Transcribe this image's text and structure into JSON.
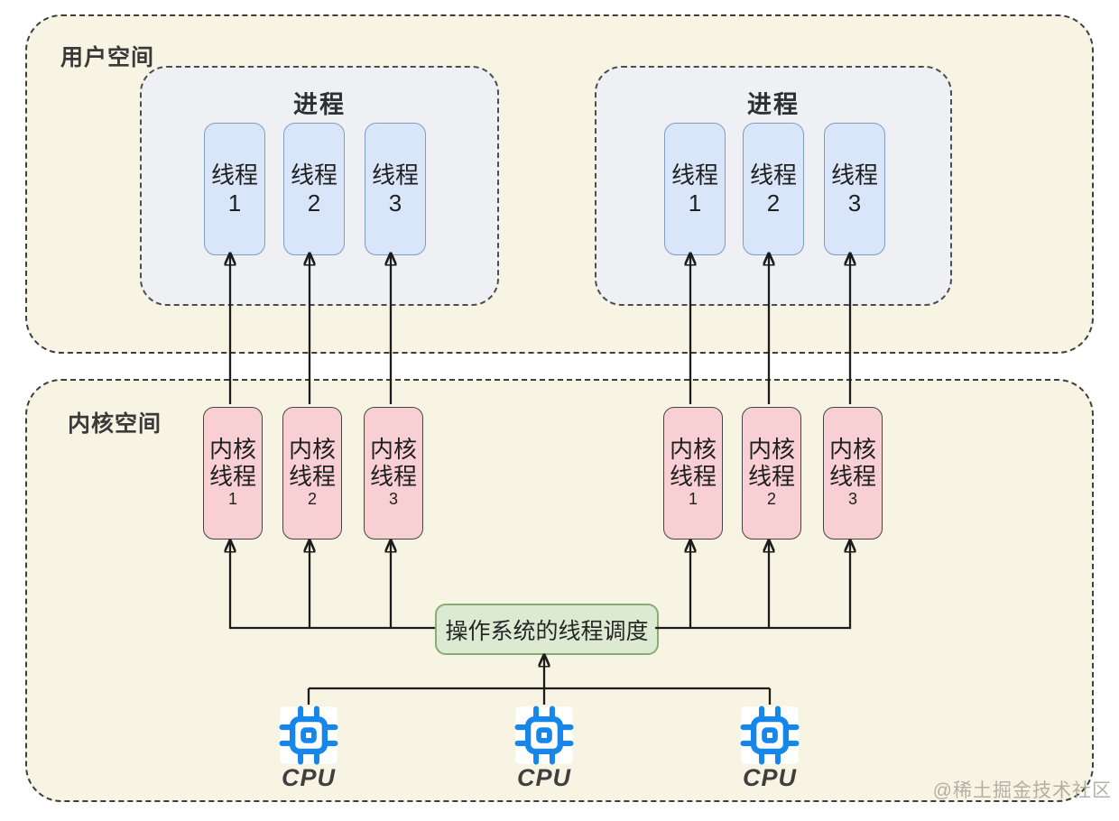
{
  "user_space": {
    "label": "用户空间",
    "processes": [
      {
        "title": "进程",
        "threads": [
          {
            "label": "线程",
            "num": "1"
          },
          {
            "label": "线程",
            "num": "2"
          },
          {
            "label": "线程",
            "num": "3"
          }
        ]
      },
      {
        "title": "进程",
        "threads": [
          {
            "label": "线程",
            "num": "1"
          },
          {
            "label": "线程",
            "num": "2"
          },
          {
            "label": "线程",
            "num": "3"
          }
        ]
      }
    ]
  },
  "kernel_space": {
    "label": "内核空间",
    "thread_groups": [
      {
        "threads": [
          {
            "line1": "内核",
            "line2": "线程",
            "num": "1"
          },
          {
            "line1": "内核",
            "line2": "线程",
            "num": "2"
          },
          {
            "line1": "内核",
            "line2": "线程",
            "num": "3"
          }
        ]
      },
      {
        "threads": [
          {
            "line1": "内核",
            "line2": "线程",
            "num": "1"
          },
          {
            "line1": "内核",
            "line2": "线程",
            "num": "2"
          },
          {
            "line1": "内核",
            "line2": "线程",
            "num": "3"
          }
        ]
      }
    ],
    "scheduler": {
      "label": "操作系统的线程调度"
    },
    "cpus": [
      {
        "label": "CPU"
      },
      {
        "label": "CPU"
      },
      {
        "label": "CPU"
      }
    ]
  },
  "watermark": "@稀土掘金技术社区",
  "colors": {
    "panel_fill": "#f7f4e3",
    "panel_border": "#3d3d3d",
    "process_fill": "#eef0f4",
    "user_thread_fill": "#d9e6f9",
    "user_thread_border": "#7e9cc9",
    "kernel_thread_fill": "#f8cfd3",
    "kernel_thread_border": "#454545",
    "scheduler_fill": "#dcead2",
    "scheduler_border": "#8aab72",
    "cpu_icon_blue": "#1686ea",
    "line_color": "#1c1c1c"
  }
}
